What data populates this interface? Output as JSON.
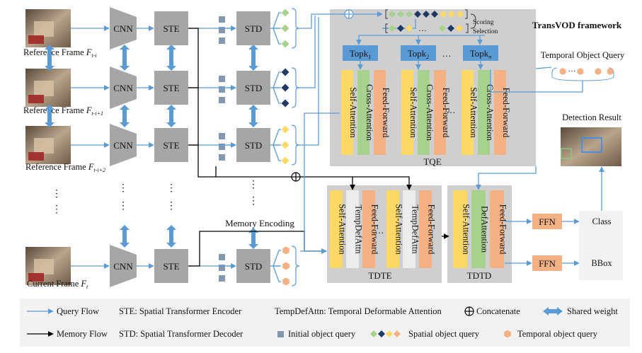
{
  "title": "TransVOD framework",
  "frames": [
    {
      "label": "Reference Frame ",
      "var": "F",
      "sub": "t-i"
    },
    {
      "label": "Reference Frame ",
      "var": "F",
      "sub": "t-i+1"
    },
    {
      "label": "Reference Frame ",
      "var": "F",
      "sub": "t-i+2"
    },
    {
      "label": "Current Frame ",
      "var": "F",
      "sub": "t"
    }
  ],
  "modules": {
    "cnn": "CNN",
    "ste": "STE",
    "std": "STD"
  },
  "memory_encoding": "Memory  Encoding",
  "scoring_selection": [
    "Scoring",
    "Selection"
  ],
  "topk": [
    {
      "base": "Topk",
      "sub": "1"
    },
    {
      "base": "Topk",
      "sub": "2"
    },
    {
      "base": "Topk",
      "sub": "n"
    }
  ],
  "ellipsis": "…",
  "vdots": "⋮",
  "layers": {
    "self_attention": "Self-Attention",
    "cross_attention": "Cross-Attention",
    "feed_forward": "Feed-Forward",
    "temp_def_attn": "TempDefAttn",
    "def_attention": "DefAttention"
  },
  "blocks": {
    "tqe": "TQE",
    "tdte": "TDTE",
    "tdtd": "TDTD"
  },
  "temporal_object_query": "Temporal Object Query",
  "detection_result": "Detection Result",
  "ffn": "FFN",
  "outputs": {
    "class": "Class",
    "bbox": "BBox"
  },
  "legend": {
    "query_flow": "Query Flow",
    "memory_flow": "Memory Flow",
    "ste": "STE: Spatial Transformer Encoder",
    "std": "STD: Spatial Transformer Decoder",
    "tempdefattn": "TempDefAttn: Temporal Deformable Attention",
    "concatenate": "Concatenate",
    "shared_weight": "Shared weight",
    "initial_query": "Initial object query",
    "spatial_query": "Spatial object query",
    "temporal_query": "Temporal object query"
  },
  "colors": {
    "flow_blue": "#5b9bd5",
    "module_gray": "#a6a6a6",
    "panel_gray": "#cfcfcf",
    "topk_blue": "#5b9bd5",
    "self_attn_yellow": "#ffd966",
    "cross_attn_green": "#a9d18e",
    "ffwd_orange": "#f4b183",
    "temp_attn_white": "#ededed",
    "query_gray": "#8497b0",
    "diamond_green": "#a9d18e",
    "diamond_navy": "#203864",
    "diamond_yellow": "#ffd966",
    "diamond_orange": "#f4b183",
    "hex_orange": "#f4b183"
  }
}
